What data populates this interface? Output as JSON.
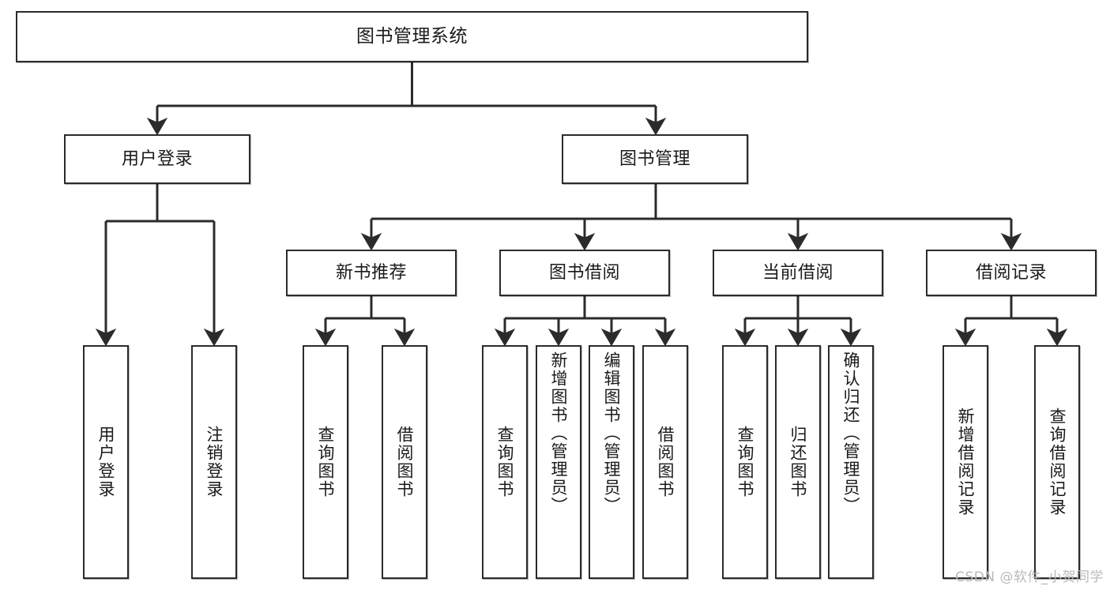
{
  "diagram": {
    "title": "图书管理系统",
    "watermark": "CSDN @软件_小贺同学",
    "colors": {
      "stroke": "#2b2b2b",
      "fill": "#ffffff",
      "text": "#1a1a1a",
      "watermark": "#b9b9b9"
    },
    "nodes": {
      "root": "图书管理系统",
      "level2": {
        "user_login": "用户登录",
        "book_manage": "图书管理"
      },
      "level3": {
        "new_book_rec": "新书推荐",
        "book_borrow": "图书借阅",
        "current_borrow": "当前借阅",
        "borrow_record": "借阅记录"
      },
      "leaves": {
        "user_login_1": "用户登录",
        "user_login_2": "注销登录",
        "new_book_rec_1": "查询图书",
        "new_book_rec_2": "借阅图书",
        "book_borrow_1": "查询图书",
        "book_borrow_2": "新增图书（管理员）",
        "book_borrow_3": "编辑图书（管理员）",
        "book_borrow_4": "借阅图书",
        "current_borrow_1": "查询图书",
        "current_borrow_2": "归还图书",
        "current_borrow_3": "确认归还（管理员）",
        "borrow_record_1": "新增借阅记录",
        "borrow_record_2": "查询借阅记录"
      }
    }
  }
}
